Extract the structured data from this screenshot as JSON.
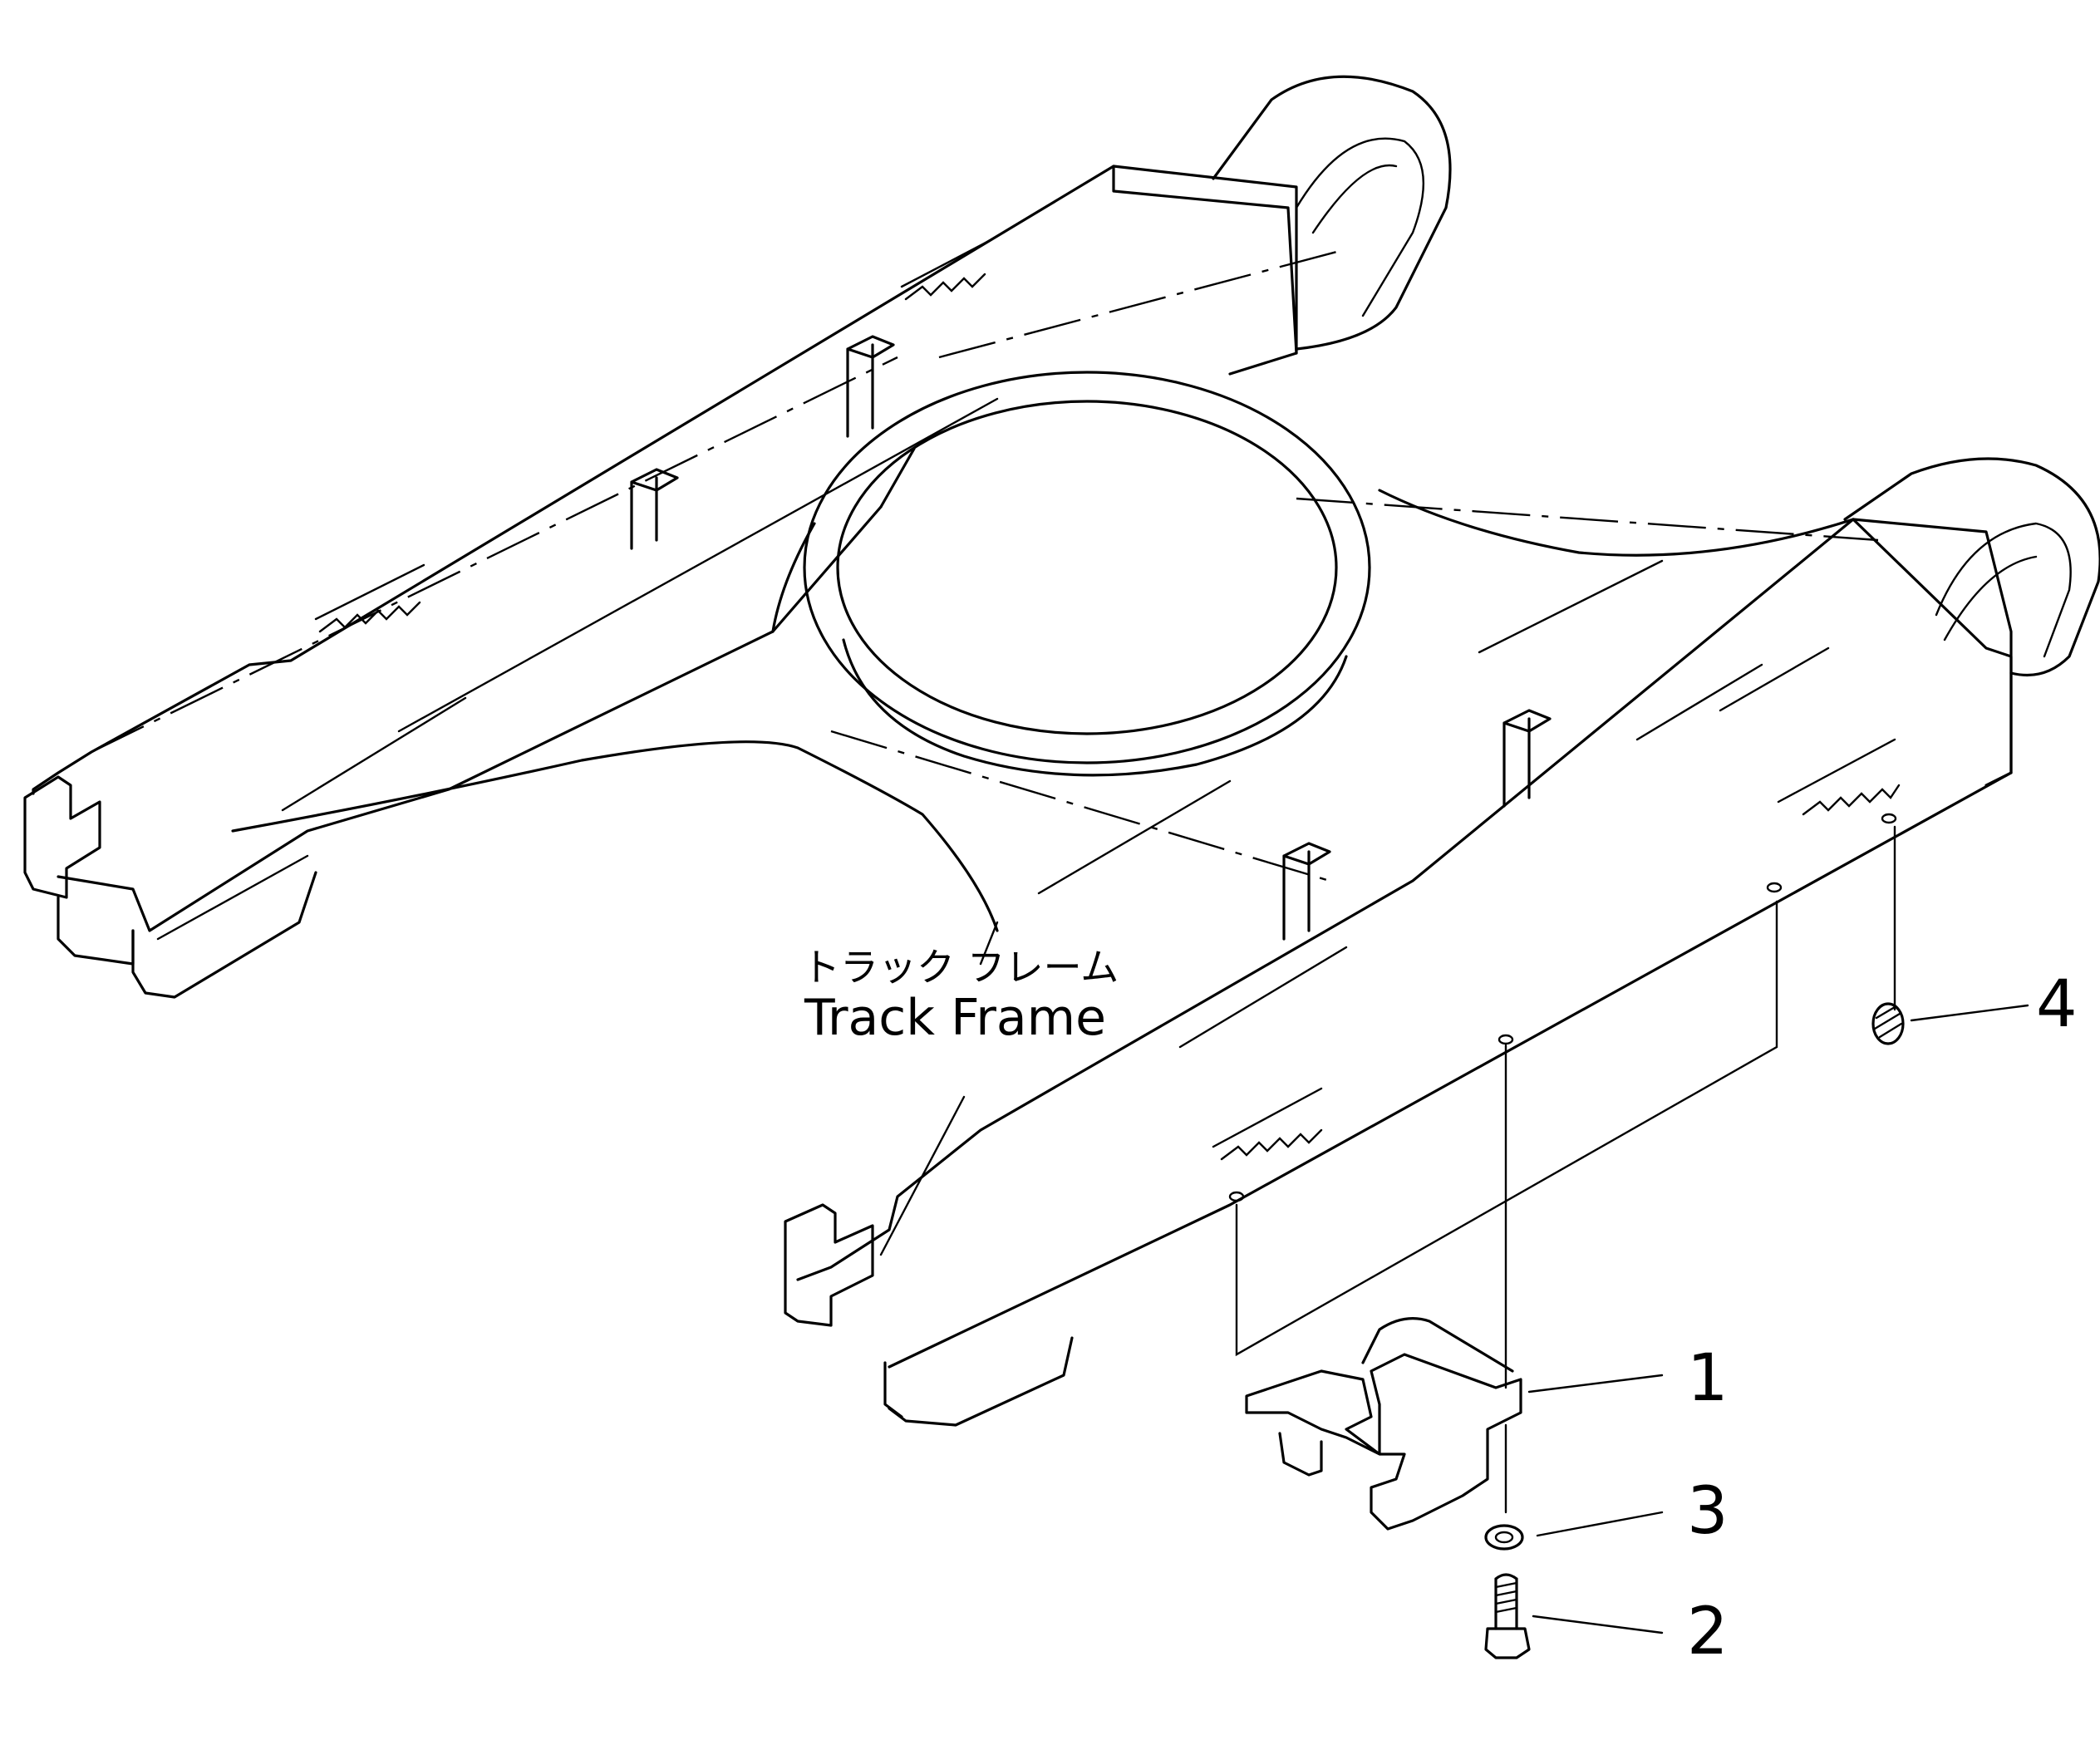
{
  "labels": {
    "frame_ja": "トラック フレーム",
    "frame_en": "Track Frame"
  },
  "callouts": [
    {
      "id": "1",
      "text": "1"
    },
    {
      "id": "2",
      "text": "2"
    },
    {
      "id": "3",
      "text": "3"
    },
    {
      "id": "4",
      "text": "4"
    }
  ],
  "colors": {
    "ink": "#000000",
    "paper": "#ffffff"
  }
}
